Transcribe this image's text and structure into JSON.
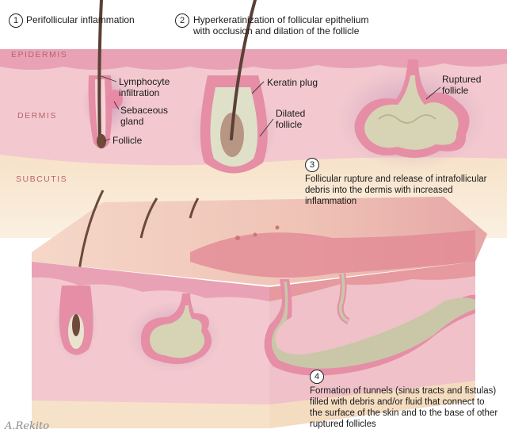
{
  "layers": {
    "epidermis": "EPIDERMIS",
    "dermis": "DERMIS",
    "subcutis": "SUBCUTIS"
  },
  "steps": [
    {
      "number": "1",
      "text": "Perifollicular inflammation"
    },
    {
      "number": "2",
      "text": "Hyperkeratinization of follicular epithelium\nwith occlusion and dilation of the follicle"
    },
    {
      "number": "3",
      "text": "Follicular rupture and release of intrafollicular\ndebris into the dermis with increased inflammation"
    },
    {
      "number": "4",
      "text": "Formation of tunnels (sinus tracts and fistulas)\nfilled with debris and/or fluid that connect to\nthe surface of the skin and to the base of other\nruptured follicles"
    }
  ],
  "annotations": {
    "lymphocyte": "Lymphocyte\ninfiltration",
    "sebaceous": "Sebaceous\ngland",
    "follicle": "Follicle",
    "keratin_plug": "Keratin plug",
    "dilated_follicle": "Dilated\nfollicle",
    "ruptured_follicle": "Ruptured\nfollicle"
  },
  "signature": "A.Rekito",
  "colors": {
    "epidermis": "#e8a0b4",
    "dermis": "#f3c9cf",
    "subcutis": "#f6e6cf",
    "inflammation": "#b88ab8",
    "debris": "#c9c7a8"
  }
}
